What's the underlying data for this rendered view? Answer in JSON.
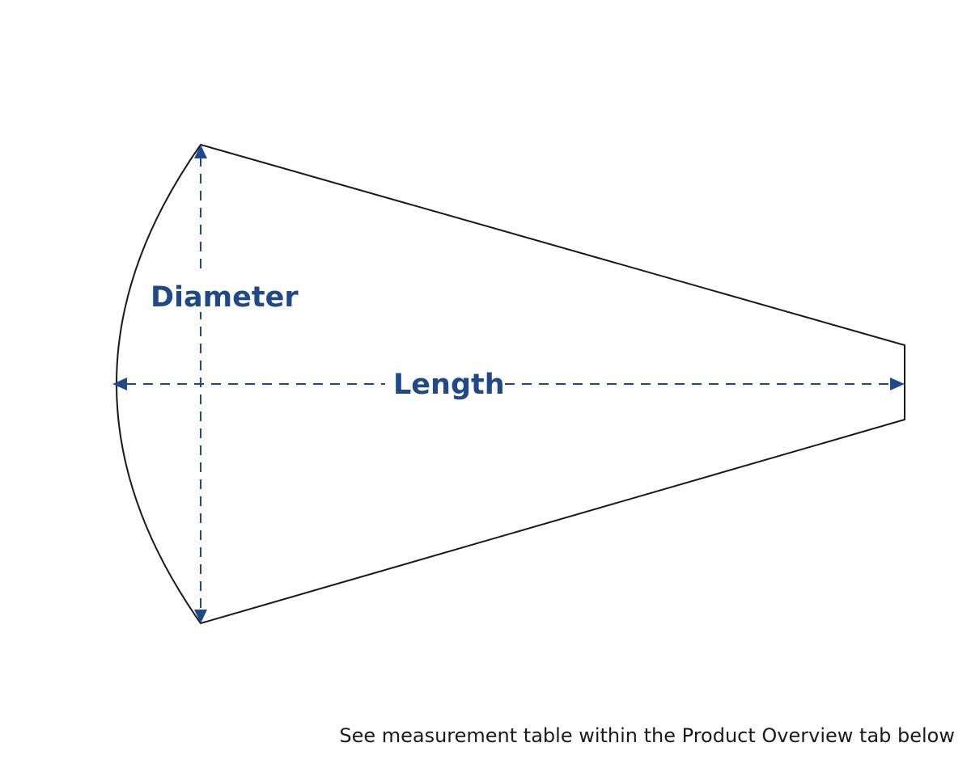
{
  "diagram": {
    "labels": {
      "diameter": "Diameter",
      "length": "Length"
    },
    "footnote": "See measurement table within the Product Overview tab below",
    "colors": {
      "accent": "#1f4a87",
      "outline": "#1a1a1a"
    }
  }
}
